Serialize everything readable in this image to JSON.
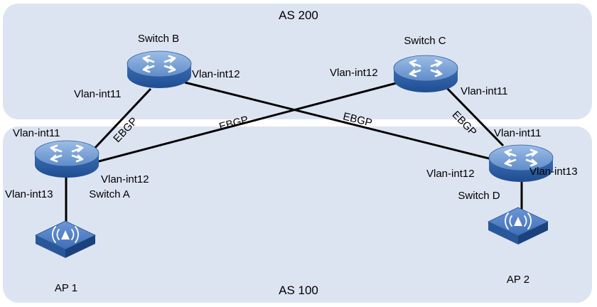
{
  "zones": {
    "as200": {
      "label": "AS 200",
      "fill": "#dde4f1"
    },
    "as100": {
      "label": "AS 100",
      "fill": "#dde4f1"
    }
  },
  "devices": {
    "switch_a": {
      "label": "Switch A",
      "icon": "switch-icon"
    },
    "switch_b": {
      "label": "Switch B",
      "icon": "switch-icon"
    },
    "switch_c": {
      "label": "Switch C",
      "icon": "switch-icon"
    },
    "switch_d": {
      "label": "Switch D",
      "icon": "switch-icon"
    },
    "ap1": {
      "label": "AP 1",
      "icon": "access-point-icon"
    },
    "ap2": {
      "label": "AP 2",
      "icon": "access-point-icon"
    }
  },
  "links": {
    "a_b": {
      "label": "EBGP"
    },
    "a_c": {
      "label": "EBGP"
    },
    "b_d": {
      "label": "EBGP"
    },
    "c_d": {
      "label": "EBGP"
    }
  },
  "interfaces": {
    "b_vlan11": "Vlan-int11",
    "b_vlan12": "Vlan-int12",
    "c_vlan12": "Vlan-int12",
    "c_vlan11": "Vlan-int11",
    "a_vlan11": "Vlan-int11",
    "a_vlan12": "Vlan-int12",
    "a_vlan13": "Vlan-int13",
    "d_vlan11": "Vlan-int11",
    "d_vlan12": "Vlan-int12",
    "d_vlan13": "Vlan-int13"
  },
  "colors": {
    "switch_body": "#3f73b8",
    "switch_top": "#7fa6d8",
    "ap_body": "#2f5fa6",
    "ap_top": "#5f8bd0",
    "link": "#000000"
  }
}
